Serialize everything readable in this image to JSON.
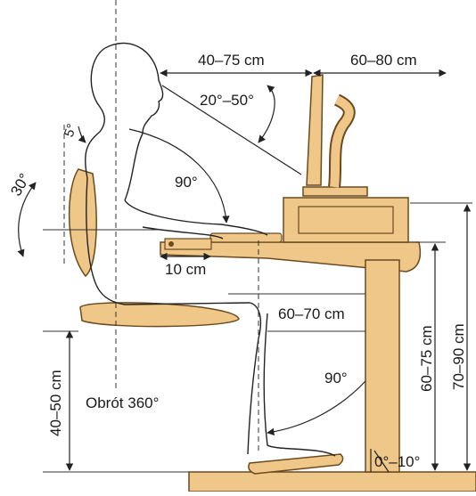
{
  "colors": {
    "furniture_fill": "#efc789",
    "furniture_stroke": "#6b4a1e",
    "figure_stroke": "#222222",
    "guide_line": "#333333",
    "background": "#ffffff"
  },
  "labels": {
    "eye_distance": "40–75 cm",
    "desk_depth": "60–80 cm",
    "gaze_angle": "20°–50°",
    "neck_tilt": "5°",
    "back_recline": "30°",
    "elbow_angle": "90°",
    "wrist_gap": "10 cm",
    "knee_clearance": "60–70 cm",
    "knee_angle": "90°",
    "seat_height": "40–50 cm",
    "swivel": "Obrót 360°",
    "keyboard_height": "60–75 cm",
    "desk_height": "70–90 cm",
    "footrest_tilt": "0°–10°"
  }
}
